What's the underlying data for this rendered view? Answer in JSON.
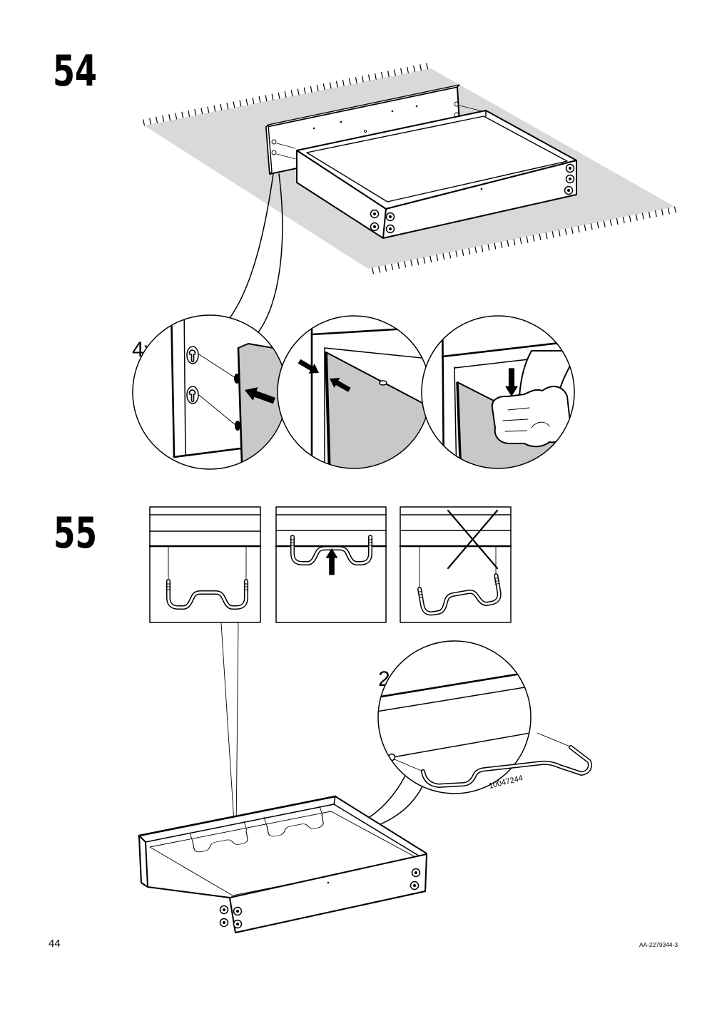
{
  "step_54": {
    "number": "54",
    "quantity": "4x"
  },
  "step_55": {
    "number": "55",
    "quantity": "2x",
    "part_number": "10047244"
  },
  "footer": {
    "page_number": "44",
    "document_code": "AA-2279344-3"
  },
  "colors": {
    "line": "#000000",
    "rug": "#d9d9d9",
    "panel": "#c8c8c8"
  }
}
